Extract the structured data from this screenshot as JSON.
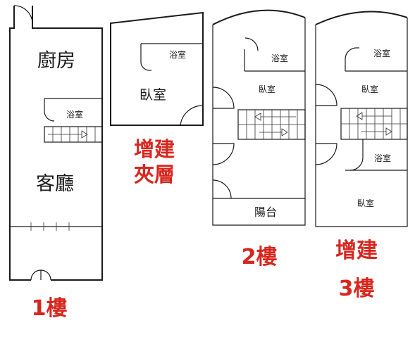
{
  "accent_color": "#d7261e",
  "floor1": {
    "kitchen": "廚房",
    "bath": "浴室",
    "living": "客廳",
    "label": "1樓"
  },
  "mezzanine": {
    "bath": "浴室",
    "bedroom": "臥室",
    "label_line1": "增建",
    "label_line2": "夾層"
  },
  "floor2": {
    "bath": "浴室",
    "bedroom": "臥室",
    "balcony": "陽台",
    "label": "2樓"
  },
  "floor3": {
    "bath_top": "浴室",
    "bedroom_top": "臥室",
    "bath_mid": "浴室",
    "bedroom_bottom": "臥室",
    "label_line1": "增建",
    "label_line2": "3樓"
  }
}
